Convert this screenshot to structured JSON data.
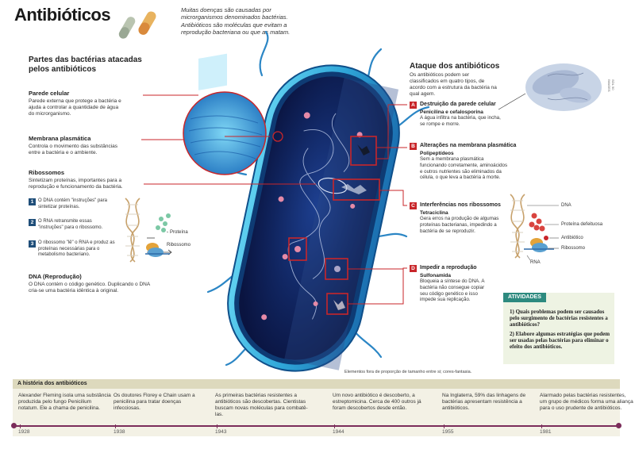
{
  "title": "Antibióticos",
  "intro": "Muitas doenças são causadas por microrganismos denominados bactérias. Antibióticos são moléculas que evitam a reprodução bacteriana ou que as matam.",
  "parts": {
    "heading": "Partes das bactérias atacadas pelos antibióticos",
    "items": [
      {
        "title": "Parede celular",
        "body": "Parede externa que protege a bactéria e ajuda a controlar a quantidade de água do microrganismo."
      },
      {
        "title": "Membrana plasmática",
        "body": "Controla o movimento das substâncias entre a bactéria e o ambiente."
      },
      {
        "title": "Ribossomos",
        "body": "Sintetizam proteínas, importantes para a reprodução e funcionamento da bactéria."
      }
    ],
    "steps": [
      {
        "num": "1",
        "text": "O DNA contém \"instruções\" para sintetizar proteínas."
      },
      {
        "num": "2",
        "text": "O RNA retransmite essas \"instruções\" para o ribossomo."
      },
      {
        "num": "3",
        "text": "O ribossomo \"lê\" o RNA e produz as proteínas necessárias para o metabolismo bacteriano."
      }
    ],
    "diagram_labels": {
      "protein": "Proteína",
      "ribosome": "Ribossomo"
    },
    "dna": {
      "title": "DNA (Reprodução)",
      "body": "O DNA contém o código genético. Duplicando o DNA cria-se uma bactéria idêntica à original."
    }
  },
  "attack": {
    "heading": "Ataque dos antibióticos",
    "intro": "Os antibióticos podem ser classificados em quatro tipos, de acordo com a estrutura da bactéria na qual agem.",
    "items": [
      {
        "letter": "A",
        "title": "Destruição da parede celular",
        "drug": "Penicilina e cefalosporina",
        "body": "A água infiltra na bactéria, que incha, se rompe e morre."
      },
      {
        "letter": "B",
        "title": "Alterações na membrana plasmática",
        "drug": "Polipeptídeos",
        "body": "Sem a membrana plasmática funcionando corretamente, aminoácidos e outros nutrientes são eliminados da célula, o que leva a bactéria à morte."
      },
      {
        "letter": "C",
        "title": "Interferências nos ribossomos",
        "drug": "Tetraciclina",
        "body": "Gera erros na produção de algumas proteínas bacterianas, impedindo a bactéria de se reproduzir."
      },
      {
        "letter": "D",
        "title": "Impedir a reprodução",
        "drug": "Sulfonamida",
        "body": "Bloqueia a síntese do DNA. A bactéria não consegue copiar seu código genético e isso impede sua replicação."
      }
    ],
    "diagram_labels": {
      "dna": "DNA",
      "defective": "Proteína defeituosa",
      "antibiotic": "Antibiótico",
      "ribosome": "Ribossomo",
      "rna": "RNA"
    }
  },
  "activities": {
    "header": "ATIVIDADES",
    "questions": [
      "1) Quais problemas podem ser causados pelo surgimento de bactérias resistentes a antibióticos?",
      "2) Elabore algumas estratégias que podem ser usadas pelas bactérias para eliminar o efeito dos antibióticos."
    ]
  },
  "footnote": "Elementos fora de proporção de tamanho entre si; cores-fantasia.",
  "credit": "SOL 90 IMAGES",
  "timeline": {
    "header": "A história dos antibióticos",
    "events": [
      {
        "text": "Alexander Fleming isola uma substância produzida pelo fungo Penicilium notatum. Ele a chama de penicilina.",
        "year": "1928"
      },
      {
        "text": "Os doutores Florey e Chain usam a penicilina para tratar doenças infecciosas.",
        "year": "1938"
      },
      {
        "text": "As primeiras bactérias resistentes a antibióticos são descobertas. Cientistas buscam novas moléculas para combatê-las.",
        "year": "1943"
      },
      {
        "text": "Um novo antibiótico é descoberto, a estreptomicina. Cerca de 400 outros já foram descobertos desde então.",
        "year": "1944"
      },
      {
        "text": "Na Inglaterra, 59% das linhagens de bactérias apresentam resistência a antibióticos.",
        "year": "1955"
      },
      {
        "text": "Alarmado pelas bactérias resistentes, um grupo de médicos forma uma aliança para o uso prudente de antibióticos.",
        "year": "1981"
      }
    ]
  },
  "colors": {
    "accent_red": "#c8262a",
    "step_blue": "#1f4e79",
    "timeline_purple": "#7b2d5a",
    "activity_teal": "#2d8a7f"
  }
}
